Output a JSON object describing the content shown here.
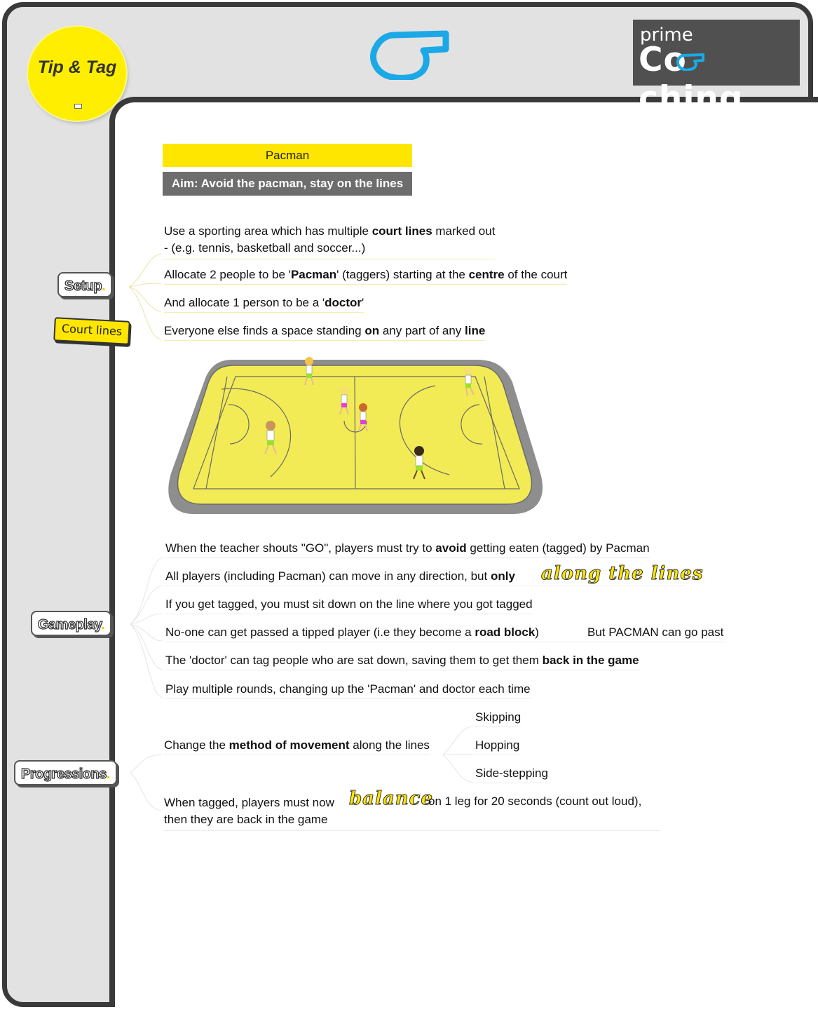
{
  "header": {
    "badge_title": "Tip & Tag",
    "logo_top": "prime",
    "logo_bottom_left": "Co",
    "logo_bottom_right": "ching",
    "whistle_color": "#1aa9e6",
    "badge_color": "#ffee00"
  },
  "activity": {
    "title": "Pacman",
    "aim": "Aim: Avoid the pacman, stay on the lines"
  },
  "labels": {
    "setup": "Setup",
    "gameplay": "Gameplay",
    "progressions": "Progressions",
    "dot": ".",
    "court_lines_note": "Court lines"
  },
  "setup": {
    "item1_a": "Use a sporting area which has multiple ",
    "item1_b": "court lines",
    "item1_c": " marked out",
    "item1_line2": "- (e.g. tennis, basketball and soccer...)",
    "item2_a": "Allocate 2 people to be '",
    "item2_b": "Pacman",
    "item2_c": "' (taggers) starting at the ",
    "item2_d": "centre",
    "item2_e": " of the court",
    "item3_a": "And allocate 1 person to be a '",
    "item3_b": "doctor",
    "item3_c": "'",
    "item4_a": "Everyone else finds a space standing ",
    "item4_b": "on",
    "item4_c": " any part of any ",
    "item4_d": "line"
  },
  "gameplay": {
    "item1_a": "When the teacher shouts \"GO\", players must try to ",
    "item1_b": "avoid",
    "item1_c": " getting eaten (tagged) by Pacman",
    "item2_a": "All players (including Pacman) can move in any direction, but ",
    "item2_b": "only",
    "item2_script": "along the lines",
    "item3": "If you get tagged, you must sit down on the line where you got tagged",
    "item4_a": "No-one can get passed a tipped player (i.e they become a ",
    "item4_b": "road block",
    "item4_c": ")",
    "item4_note": "But PACMAN can go past",
    "item5_a": "The 'doctor' can tag people who are sat down, saving them to get them ",
    "item5_b": "back in the game",
    "item6": "Play multiple rounds, changing up the 'Pacman' and doctor each time"
  },
  "progressions": {
    "item1_a": "Change the ",
    "item1_b": "method of movement",
    "item1_c": " along the lines",
    "sub1": "Skipping",
    "sub2": "Hopping",
    "sub3": "Side-stepping",
    "item2_a": "When tagged, players must now",
    "item2_script": "balance",
    "item2_c": "on 1 leg for 20 seconds (count out loud),",
    "item2_line2": "then they are back in the game"
  }
}
